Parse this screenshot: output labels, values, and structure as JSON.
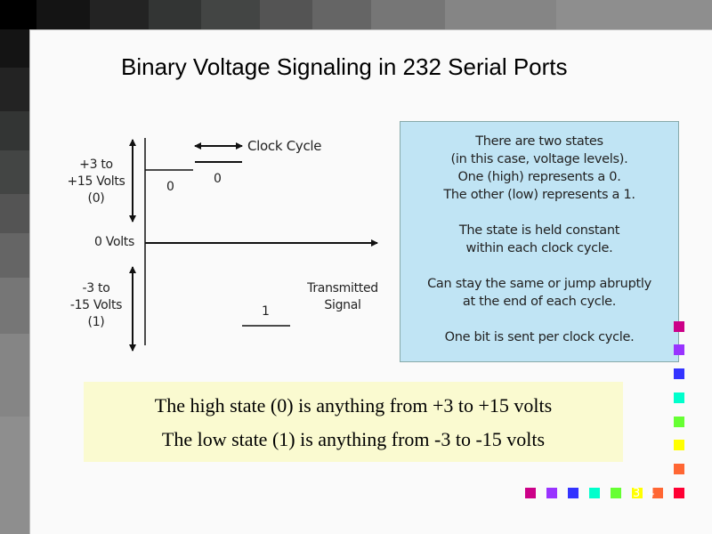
{
  "title": "Binary Voltage Signaling in 232 Serial Ports",
  "diagram": {
    "clock_cycle": "Clock Cycle",
    "high_range": [
      "+3 to",
      "+15 Volts",
      "(0)"
    ],
    "zero_volts": "0 Volts",
    "low_range": [
      "-3 to",
      "-15 Volts",
      "(1)"
    ],
    "bit_labels": [
      "0",
      "0",
      "1"
    ],
    "transmitted_signal": [
      "Transmitted",
      "Signal"
    ]
  },
  "info_box": {
    "paragraphs": [
      [
        "There are two states",
        "(in this case, voltage levels).",
        "One (high) represents a 0.",
        "The other (low) represents a 1."
      ],
      [
        "The state is held constant",
        "within each clock cycle."
      ],
      [
        "Can stay the same or jump abruptly",
        "at the end of each cycle."
      ],
      [
        "One bit is sent per clock cycle."
      ]
    ]
  },
  "summary": [
    "The high state (0) is anything from +3 to +15 volts",
    "The low state (1) is anything from -3 to -15 volts"
  ],
  "slide_number": "34",
  "colors": {
    "info_bg": "#c0e4f4",
    "summary_bg": "#fafad0",
    "nav_squares": [
      "#cc0088",
      "#9933ff",
      "#3333ff",
      "#00ffcc",
      "#66ff33",
      "#ffff00",
      "#ff6633",
      "#ff0033"
    ]
  }
}
